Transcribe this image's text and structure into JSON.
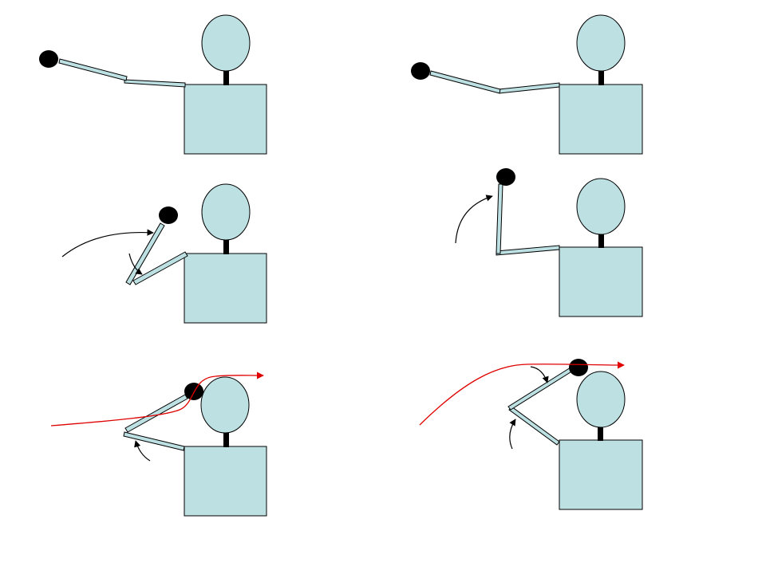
{
  "colors": {
    "figure_fill": "#bde0e3",
    "outline": "#000000",
    "ball": "#000000",
    "trajectory": "#e00000",
    "motion_arrow": "#000000",
    "background": "#ffffff"
  },
  "panels": [
    {
      "id": "p1",
      "description_name": "arm-extended-low"
    },
    {
      "id": "p2",
      "description_name": "arm-extended-high"
    },
    {
      "id": "p3",
      "description_name": "elbow-flexed-low"
    },
    {
      "id": "p4",
      "description_name": "elbow-flexed-high"
    },
    {
      "id": "p5",
      "description_name": "head-strike-low"
    },
    {
      "id": "p6",
      "description_name": "head-strike-high"
    }
  ]
}
